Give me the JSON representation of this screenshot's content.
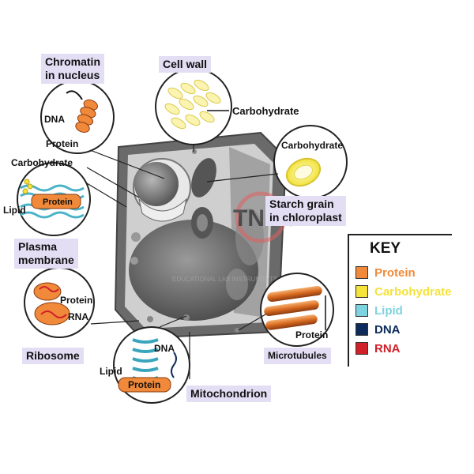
{
  "labels": {
    "chromatin": [
      "Chromatin",
      "in nucleus"
    ],
    "cell_wall": "Cell wall",
    "plasma_membrane": [
      "Plasma",
      "membrane"
    ],
    "ribosome": "Ribosome",
    "mitochondrion": "Mitochondrion",
    "starch": [
      "Starch grain",
      "in chloroplast"
    ],
    "microtubules": "Microtubules"
  },
  "callouts": {
    "chromatin_dna": "DNA",
    "chromatin_protein": "Protein",
    "wall_carbohydrate": "Carbohydrate",
    "starch_carbohydrate": "Carbohydrate",
    "membrane_carbohydrate": "Carbohydrate",
    "membrane_protein": "Protein",
    "membrane_lipid": "Lipid",
    "ribosome_protein": "Protein",
    "ribosome_rna": "RNA",
    "mito_dna": "DNA",
    "mito_lipid": "Lipid",
    "mito_protein": "Protein",
    "microtubule_protein": "Protein"
  },
  "key": {
    "title": "KEY",
    "items": [
      {
        "label": "Protein",
        "color": "#f08a3a"
      },
      {
        "label": "Carbohydrate",
        "color": "#f5e23a"
      },
      {
        "label": "Lipid",
        "color": "#7dd3e0"
      },
      {
        "label": "DNA",
        "color": "#0c2a5a"
      },
      {
        "label": "RNA",
        "color": "#d0202a"
      }
    ]
  },
  "watermark": {
    "logo": "TNCO",
    "tagline": "EDUCATIONAL LAB INSTRUMENTS"
  }
}
